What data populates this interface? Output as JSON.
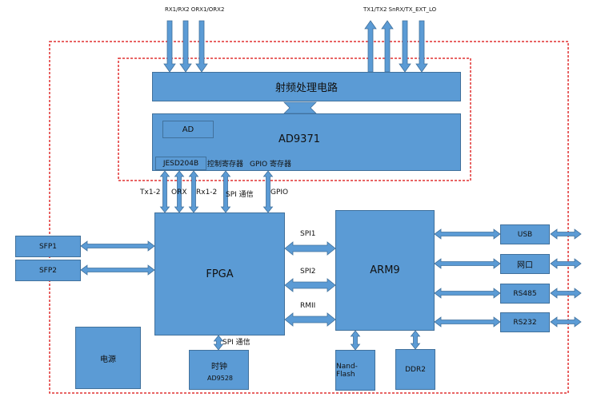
{
  "top_signals": {
    "left": "RX1/RX2 ORX1/ORX2",
    "right": "TX1/TX2 SnRX/TX_EXT_LO"
  },
  "blocks": {
    "rf": "射频处理电路",
    "ad9371": "AD9371",
    "ad": "AD",
    "jesd": "JESD204B",
    "ctrl_reg": "控制寄存器",
    "gpio_reg": "GPIO 寄存器",
    "fpga": "FPGA",
    "arm": "ARM9",
    "sfp1": "SFP1",
    "sfp2": "SFP2",
    "power": "电源",
    "clock_title": "时钟",
    "clock_chip": "AD9528",
    "nand": "Nand-Flash",
    "ddr": "DDR2",
    "usb": "USB",
    "net": "网口",
    "rs485": "RS485",
    "rs232": "RS232"
  },
  "links": {
    "tx12": "Tx1-2",
    "orx": "ORX",
    "rx12": "Rx1-2",
    "spi_comm": "SPI 通信",
    "gpio": "GPIO",
    "spi1": "SPI1",
    "spi2": "SPI2",
    "rmii": "RMII",
    "spi_comm_clock": "SPI 通信"
  },
  "colors": {
    "block_fill": "#5b9bd5",
    "block_border": "#41719c",
    "arrow": "#5b9bd5",
    "dashed_border": "#e03030"
  }
}
